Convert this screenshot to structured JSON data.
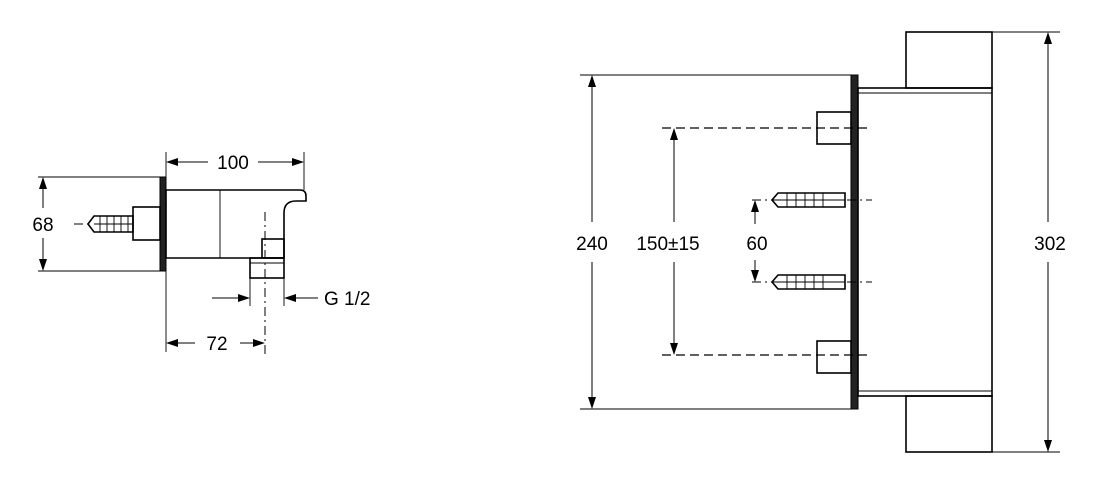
{
  "side_view": {
    "dim_depth": "100",
    "dim_height": "68",
    "dim_outlet_offset": "72",
    "dim_thread": "G 1/2"
  },
  "front_view": {
    "dim_inner_height": "240",
    "dim_mount_spacing": "150±15",
    "dim_anchor_spacing": "60",
    "dim_total_height": "302"
  }
}
